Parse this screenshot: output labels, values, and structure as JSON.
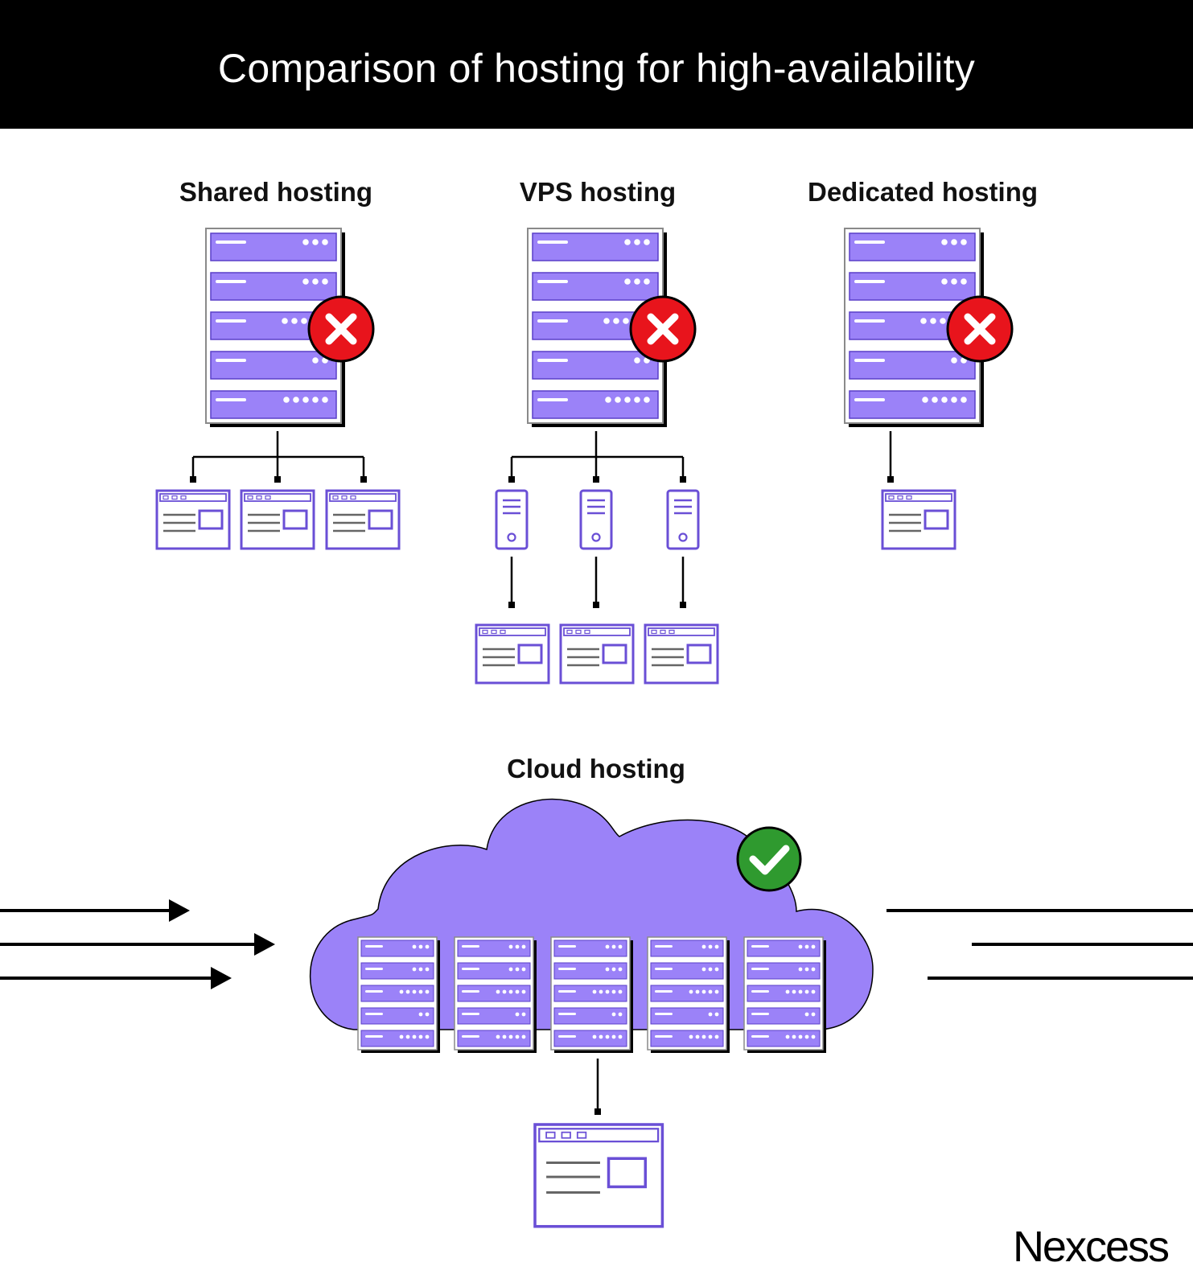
{
  "title": "Comparison of hosting for high-availability",
  "sections": {
    "shared": {
      "label": "Shared hosting",
      "status": "fail"
    },
    "vps": {
      "label": "VPS hosting",
      "status": "fail"
    },
    "dedicated": {
      "label": "Dedicated hosting",
      "status": "fail"
    },
    "cloud": {
      "label": "Cloud hosting",
      "status": "pass"
    }
  },
  "brand": "Nexcess",
  "colors": {
    "header_bg": "#000000",
    "accent_purple": "#9b82f8",
    "outline_purple": "#6a4fd6",
    "fail_red": "#e8141c",
    "pass_green": "#2f9a2f"
  },
  "icons": [
    "server-rack-icon",
    "website-window-icon",
    "vps-tower-icon",
    "cloud-icon",
    "red-x-icon",
    "green-check-icon",
    "arrow-icon"
  ]
}
